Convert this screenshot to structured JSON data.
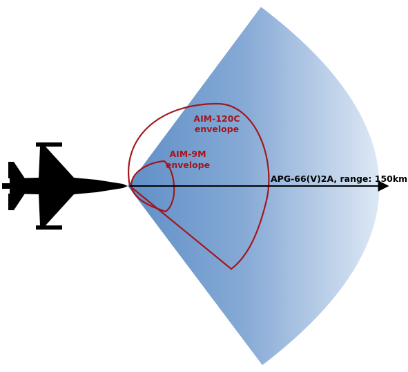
{
  "labels": {
    "aim120": {
      "line1": "AIM-120C",
      "line2": "envelope"
    },
    "aim9": {
      "line1": "AIM-9M",
      "line2": "envelope"
    },
    "radar": "APG-66(V)2A, range: 150km"
  },
  "colors": {
    "envelope": "#a3161b",
    "radar_dark": "#5f8fc7",
    "radar_light": "#e4edf7",
    "aircraft": "#000000",
    "arrow": "#000000"
  },
  "icons": {
    "aircraft": "fighter-jet-silhouette-icon",
    "arrow": "range-arrow-icon"
  }
}
